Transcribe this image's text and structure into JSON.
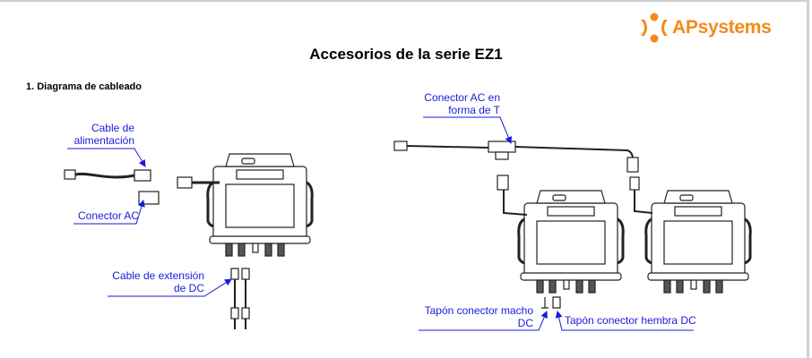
{
  "logo": {
    "brand_ap": "AP",
    "brand_systems": "systems"
  },
  "title": "Accesorios de la serie EZ1",
  "section": "1. Diagrama de cableado",
  "labels": {
    "power_cable": [
      "Cable de",
      "alimentación"
    ],
    "ac_connector": "Conector AC",
    "dc_extension": [
      "Cable de extensión",
      "de DC"
    ],
    "t_connector": [
      "Conector AC en",
      "forma de T"
    ],
    "male_cap": [
      "Tapón conector macho",
      "DC"
    ],
    "female_cap": "Tapón conector hembra DC"
  },
  "colors": {
    "label": "#1a1adc",
    "brand": "#f28a1a"
  }
}
